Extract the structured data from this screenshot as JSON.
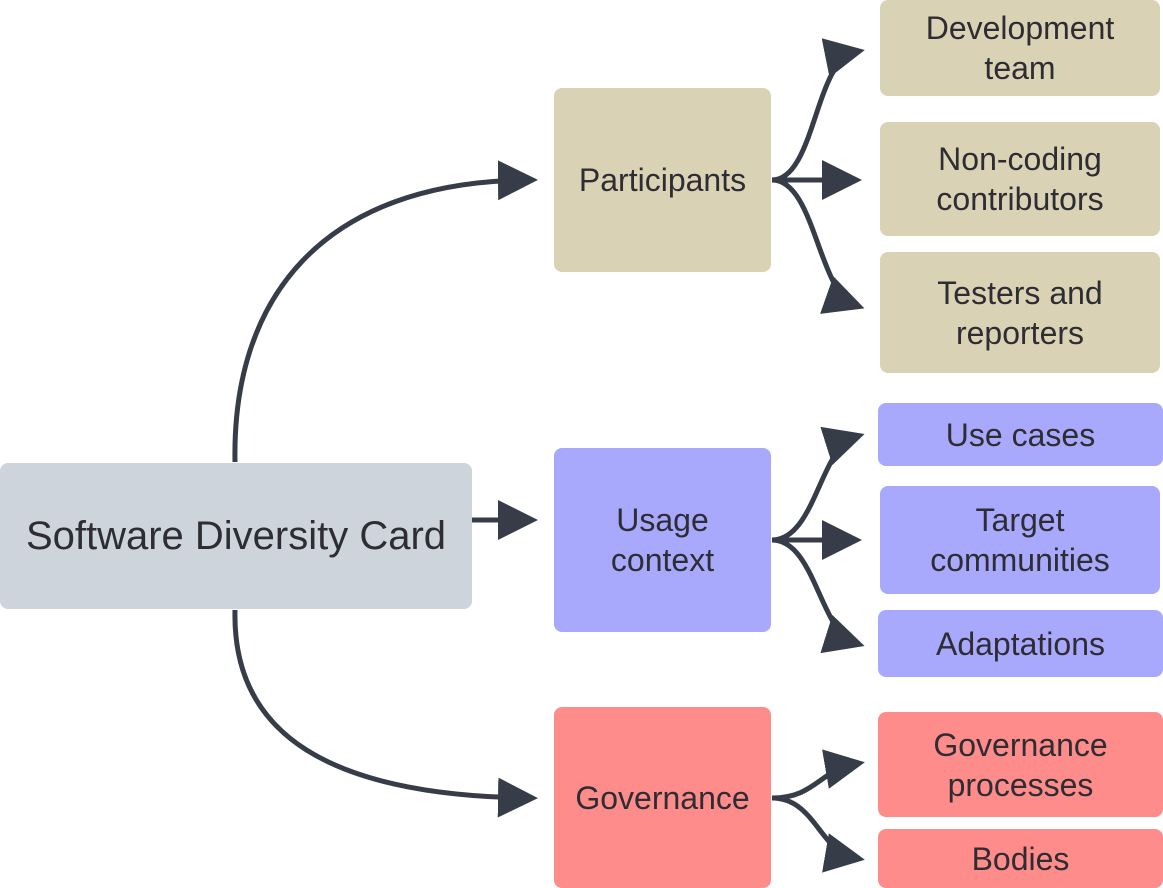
{
  "colors": {
    "root": "#ced4dc",
    "participants": "#d9d2b4",
    "usage": "#a8a8fc",
    "governance": "#fe8c8a",
    "arrow": "#363d48"
  },
  "root": {
    "label": "Software Diversity Card"
  },
  "categories": [
    {
      "id": "participants",
      "label": "Participants",
      "children": [
        "Development\nteam",
        "Non-coding\ncontributors",
        "Testers and\nreporters"
      ]
    },
    {
      "id": "usage",
      "label": "Usage\ncontext",
      "children": [
        "Use cases",
        "Target\ncommunities",
        "Adaptations"
      ]
    },
    {
      "id": "governance",
      "label": "Governance",
      "children": [
        "Governance\nprocesses",
        "Bodies"
      ]
    }
  ]
}
